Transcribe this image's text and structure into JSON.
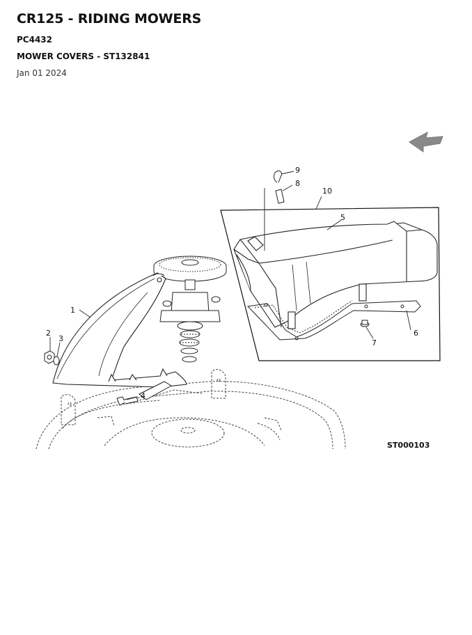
{
  "header": {
    "title": "CR125 - RIDING MOWERS",
    "code": "PC4432",
    "section": "MOWER COVERS - ST132841",
    "date": "Jan 01 2024"
  },
  "diagram": {
    "callouts": {
      "c1": "1",
      "c2": "2",
      "c3": "3",
      "c4": "4",
      "c5": "5",
      "c6": "6",
      "c7": "7",
      "c8": "8",
      "c9": "9",
      "c10": "10"
    },
    "figure_id": "ST000103"
  }
}
